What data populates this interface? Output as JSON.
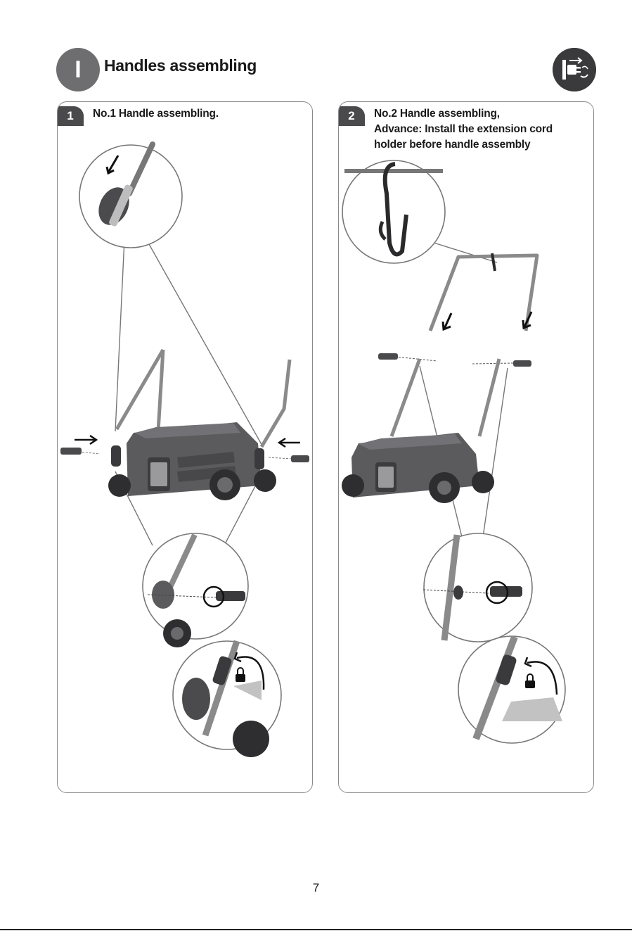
{
  "header": {
    "section_marker": "I",
    "title": "Handles assembling",
    "safety_icon": "unplug-power-icon"
  },
  "steps": [
    {
      "number": "1",
      "lines": [
        "No.1 Handle assembling."
      ]
    },
    {
      "number": "2",
      "lines": [
        "No.2 Handle assembling,",
        "Advance: Install the extension cord",
        "holder before handle assembly"
      ]
    }
  ],
  "footer": {
    "page_number": "7"
  },
  "colors": {
    "badge": "#6e6e70",
    "step_badge": "#4a4a4c",
    "icon_bg": "#3a3a3c",
    "mower_body": "#5b5b5e"
  }
}
